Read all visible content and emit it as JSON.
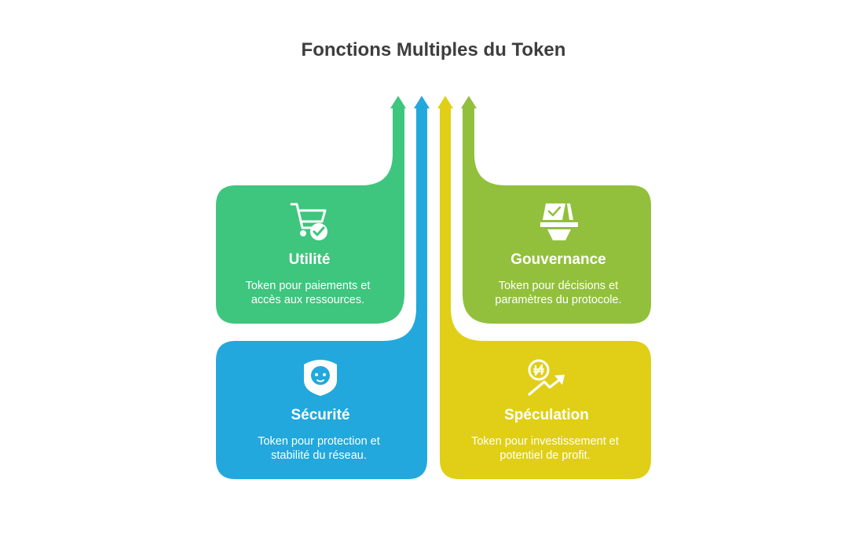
{
  "title": "Fonctions Multiples du Token",
  "colors": {
    "utilite": "#3ec57e",
    "securite": "#22a8dc",
    "speculation": "#e0cf16",
    "gouvernance": "#92c03c"
  },
  "cards": {
    "utilite": {
      "title": "Utilité",
      "desc": "Token pour paiements et\naccès aux ressources.",
      "icon": "shopping-cart-check-icon"
    },
    "gouvernance": {
      "title": "Gouvernance",
      "desc": "Token pour décisions et\nparamètres du protocole.",
      "icon": "ballot-box-icon"
    },
    "securite": {
      "title": "Sécurité",
      "desc": "Token pour protection et\nstabilité du réseau.",
      "icon": "shield-face-icon"
    },
    "speculation": {
      "title": "Spéculation",
      "desc": "Token pour investissement et\npotentiel de profit.",
      "icon": "coin-trend-icon"
    }
  }
}
